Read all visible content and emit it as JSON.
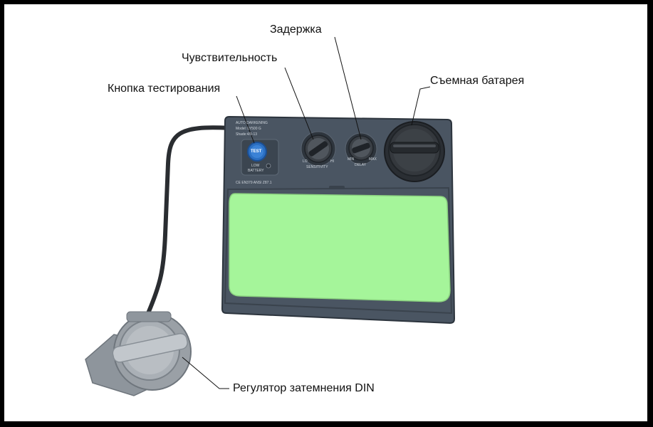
{
  "callouts": {
    "delay": "Задержка",
    "sensitivity": "Чувствительность",
    "test_button": "Кнопка тестирования",
    "battery": "Съемная батарея",
    "din_regulator": "Регулятор затемнения DIN"
  },
  "device": {
    "brand_line": "AUTO DARKENING",
    "model_line": "Model: LY500 G",
    "shade_line": "Shade:4/9-13",
    "test_label": "TEST",
    "low_battery_1": "LOW",
    "low_battery_2": "BATTERY",
    "sensitivity_label": "SENSITIVITY",
    "delay_label": "DELAY",
    "lo": "LO",
    "hi": "HI",
    "min": "MIN",
    "max": "MAX",
    "standards": "CE EN379    ANSI Z87.1"
  },
  "colors": {
    "panel": "#4a5562",
    "panel_edge": "#2c343d",
    "lens": "#a5f59a",
    "cable": "#2a2d31",
    "knob_grey": "#9aa0a6",
    "knob_light": "#c2c7cc",
    "battery_cap": "#34383d"
  }
}
